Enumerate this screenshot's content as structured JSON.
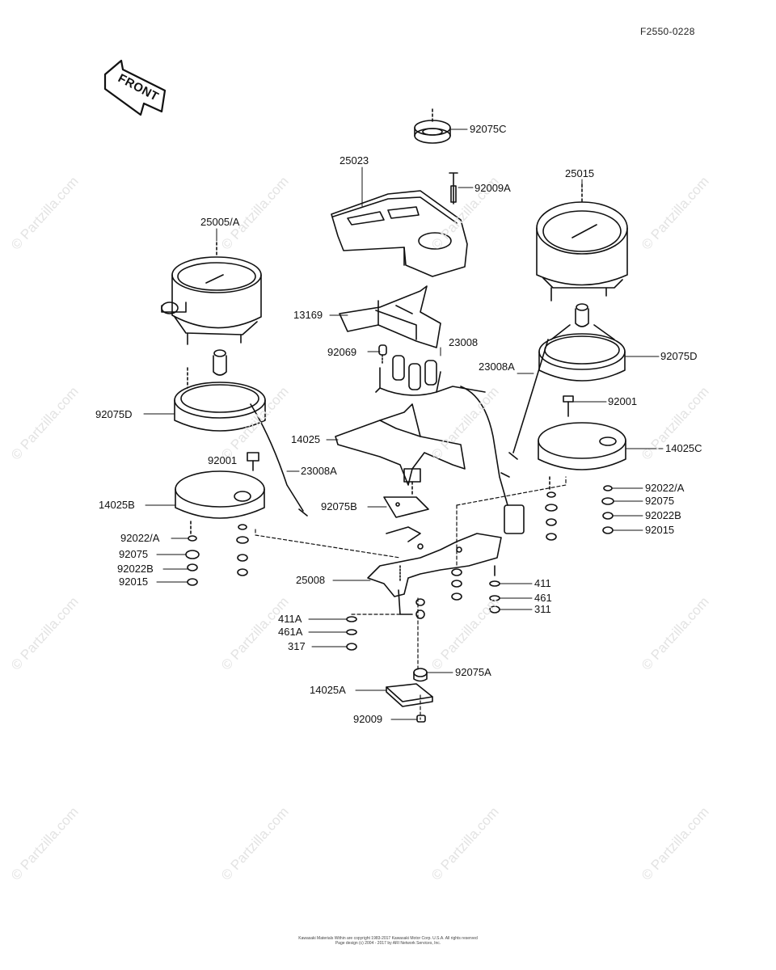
{
  "header": {
    "diagram_code": "F2550-0228"
  },
  "front_arrow": {
    "label": "FRONT"
  },
  "watermark": "© Partzilla.com",
  "parts": {
    "p25005A": "25005/A",
    "p25023": "25023",
    "p92075C": "92075C",
    "p92009A": "92009A",
    "p25015": "25015",
    "p13169": "13169",
    "p23008": "23008",
    "p92069": "92069",
    "p23008A_r": "23008A",
    "p92075D_r": "92075D",
    "p92001_r": "92001",
    "p92075D_l": "92075D",
    "p14025": "14025",
    "p14025C": "14025C",
    "p92001_l": "92001",
    "p23008A_l": "23008A",
    "p14025B": "14025B",
    "p92075B": "92075B",
    "p92022A_r": "92022/A",
    "p92075_r": "92075",
    "p92022B_r": "92022B",
    "p92015_r": "92015",
    "p92022A_l": "92022/A",
    "p92075_l": "92075",
    "p92022B_l": "92022B",
    "p92015_l": "92015",
    "p25008": "25008",
    "p411": "411",
    "p461": "461",
    "p311": "311",
    "p411A": "411A",
    "p461A": "461A",
    "p317": "317",
    "p92075A": "92075A",
    "p14025A": "14025A",
    "p92009": "92009"
  },
  "footer": {
    "line1": "Kawasaki Materials Within are copyright 1983-2017 Kawasaki Motor Corp. U.S.A. All rights reserved",
    "line2": "Page design (c) 2004 - 2017 by ARI Network Services, Inc."
  }
}
